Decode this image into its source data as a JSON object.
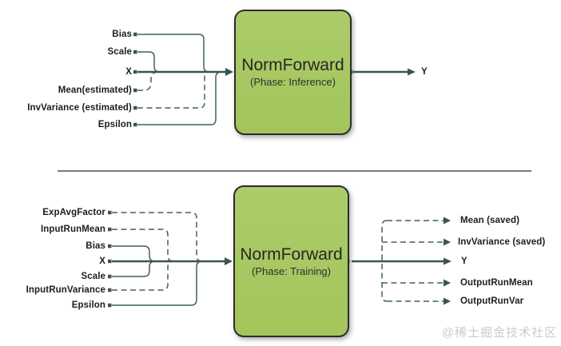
{
  "diagram": {
    "inference": {
      "title": "NormForward",
      "subtitle": "(Phase: Inference)",
      "inputs": [
        {
          "label": "Bias",
          "line": "solid"
        },
        {
          "label": "Scale",
          "line": "solid"
        },
        {
          "label": "X",
          "line": "solid"
        },
        {
          "label": "Mean(estimated)",
          "line": "dashed"
        },
        {
          "label": "InvVariance (estimated)",
          "line": "dashed"
        },
        {
          "label": "Epsilon",
          "line": "solid"
        }
      ],
      "outputs": [
        {
          "label": "Y",
          "line": "solid"
        }
      ]
    },
    "training": {
      "title": "NormForward",
      "subtitle": "(Phase: Training)",
      "inputs": [
        {
          "label": "ExpAvgFactor",
          "line": "dashed"
        },
        {
          "label": "InputRunMean",
          "line": "dashed"
        },
        {
          "label": "Bias",
          "line": "solid"
        },
        {
          "label": "X",
          "line": "solid"
        },
        {
          "label": "Scale",
          "line": "solid"
        },
        {
          "label": "InputRunVariance",
          "line": "dashed"
        },
        {
          "label": "Epsilon",
          "line": "solid"
        }
      ],
      "outputs": [
        {
          "label": "Mean (saved)",
          "line": "dashed"
        },
        {
          "label": "InvVariance (saved)",
          "line": "dashed"
        },
        {
          "label": "Y",
          "line": "solid"
        },
        {
          "label": "OutputRunMean",
          "line": "dashed"
        },
        {
          "label": "OutputRunVar",
          "line": "dashed"
        }
      ]
    }
  },
  "watermark": "@稀土掘金技术社区",
  "colors": {
    "box_fill": "#a6c760",
    "box_border": "#2c2c2c",
    "connector": "#41605e",
    "main_arrow": "#3a5452",
    "label_text": "#1d1d1d",
    "watermark_text": "#cbcbcb"
  }
}
